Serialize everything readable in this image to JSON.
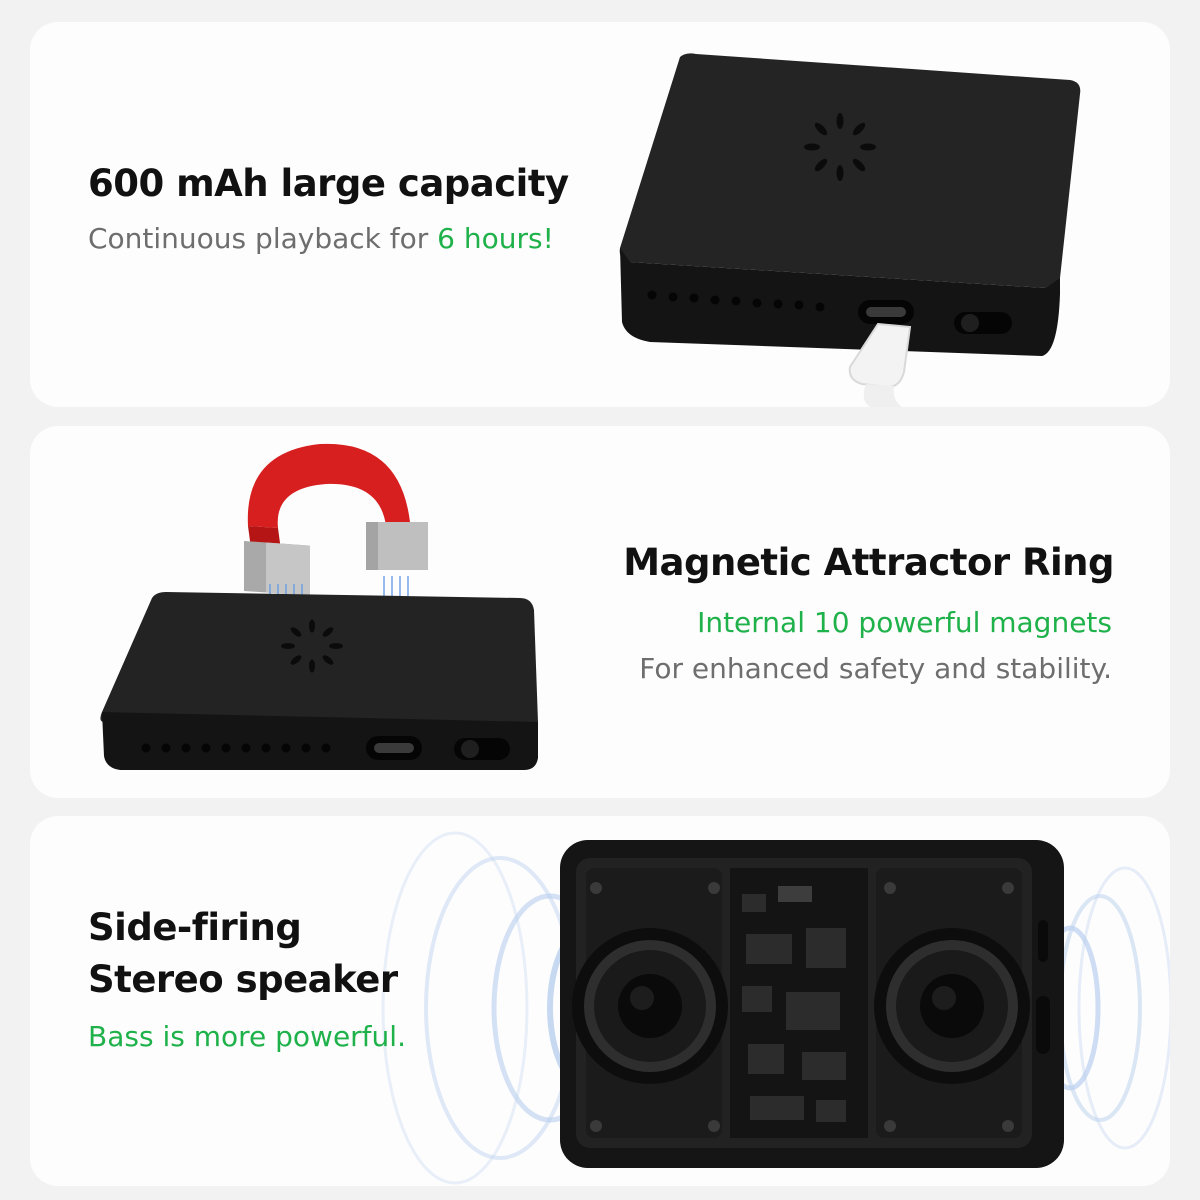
{
  "section_battery": {
    "title": "600 mAh large capacity",
    "desc_prefix": "Continuous playback for ",
    "desc_highlight": "6 hours",
    "desc_suffix": "!"
  },
  "section_magnet": {
    "title": "Magnetic Attractor Ring",
    "line1": "Internal 10 powerful magnets",
    "line2": "For enhanced safety and stability."
  },
  "section_speaker": {
    "title_line1": "Side-firing",
    "title_line2": "Stereo speaker",
    "desc": "Bass is more powerful."
  },
  "colors": {
    "accent_green": "#1fb14a",
    "magnet_red": "#d81f1f",
    "device_black": "#161616"
  }
}
